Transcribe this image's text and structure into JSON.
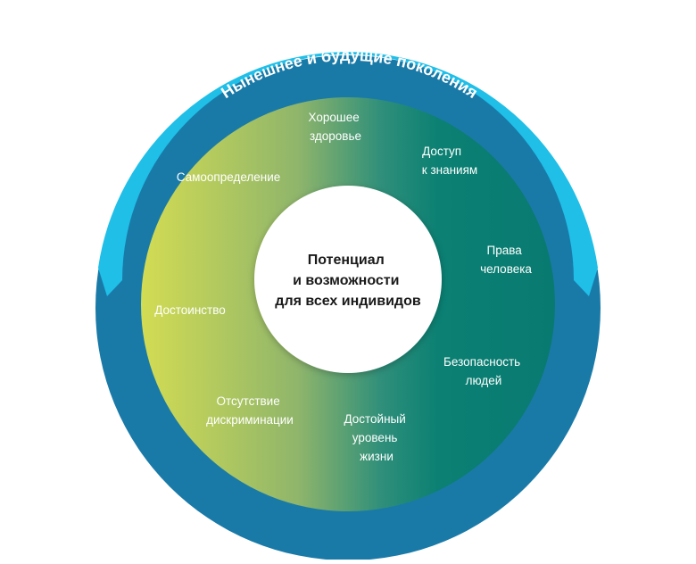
{
  "outer_ring": {
    "title": "Нынешнее и будущие поколения",
    "colors": {
      "top": "#1fbfe8",
      "bottom": "#197aa8"
    }
  },
  "middle_ring": {
    "gradient": [
      "#d3dc53",
      "#8fb56b",
      "#2f8f7a",
      "#0b8073",
      "#097a70"
    ],
    "items": [
      {
        "lines": [
          "Хорошее",
          "здоровье"
        ]
      },
      {
        "lines": [
          "Доступ",
          "к знаниям"
        ]
      },
      {
        "lines": [
          "Права",
          "человека"
        ]
      },
      {
        "lines": [
          "Безопасность",
          "людей"
        ]
      },
      {
        "lines": [
          "Достойный",
          "уровень",
          "жизни"
        ]
      },
      {
        "lines": [
          "Отсутствие",
          "дискриминации"
        ]
      },
      {
        "lines": [
          "Достоинство"
        ]
      },
      {
        "lines": [
          "Самоопределение"
        ]
      }
    ]
  },
  "center": {
    "lines": [
      "Потенциал",
      "и возможности",
      "для всех индивидов"
    ]
  }
}
